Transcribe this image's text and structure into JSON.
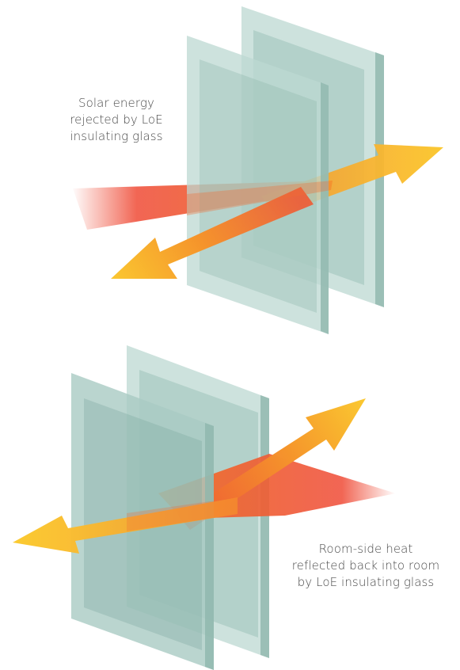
{
  "panels": [
    {
      "caption_lines": [
        "Solar energy",
        "rejected by LoE",
        "insulating glass"
      ]
    },
    {
      "caption_lines": [
        "Room-side heat",
        "reflected back into room",
        "by LoE insulating glass"
      ]
    }
  ],
  "colors": {
    "glass_light": "#c4ddd7",
    "glass_mid": "#9fc2ba",
    "glass_dark": "#7fa8a0",
    "heat_red": "#ef4b36",
    "heat_orange": "#f5942b",
    "arrow_yellow": "#fbcb31",
    "caption_text": "#4a4a4a"
  }
}
